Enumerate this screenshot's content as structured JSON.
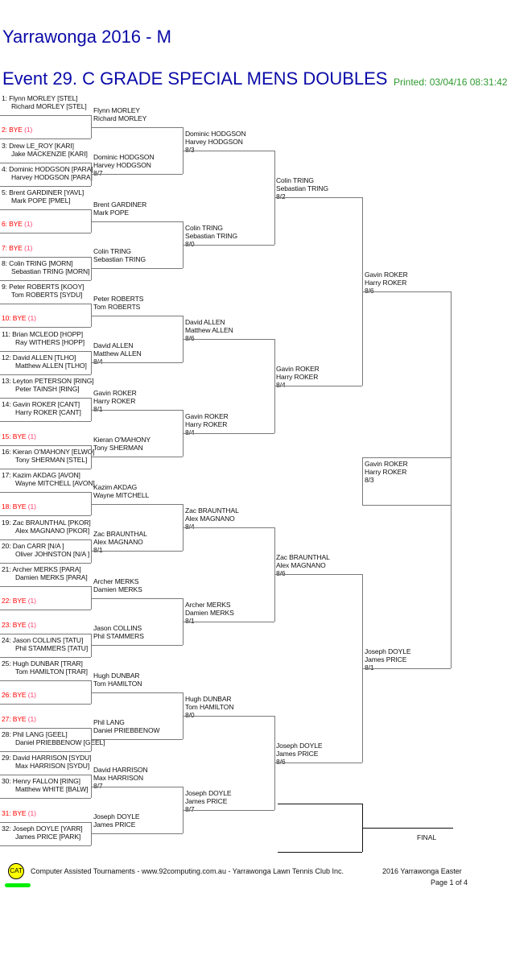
{
  "header": {
    "title": "Yarrawonga 2016 - M",
    "event": "Event 29. C GRADE SPECIAL MENS DOUBLES",
    "printed": "Printed: 03/04/16 08:31:42"
  },
  "round1": [
    {
      "seed": "1:",
      "p1": "Flynn MORLEY [STEL]",
      "p2": "Richard MORLEY [STEL]"
    },
    {
      "seed": "2:",
      "bye": "BYE",
      "note": "(1)"
    },
    {
      "seed": "3:",
      "p1": "Drew LE_ROY [KARI]",
      "p2": "Jake MACKENZIE [KARI]"
    },
    {
      "seed": "4:",
      "p1": "Dominic HODGSON [PARA]",
      "p2": "Harvey HODGSON [PARA]"
    },
    {
      "seed": "5:",
      "p1": "Brent GARDINER [YAVL]",
      "p2": "Mark POPE [PMEL]"
    },
    {
      "seed": "6:",
      "bye": "BYE",
      "note": "(1)"
    },
    {
      "seed": "7:",
      "bye": "BYE",
      "note": "(1)"
    },
    {
      "seed": "8:",
      "p1": "Colin TRING [MORN]",
      "p2": "Sebastian TRING [MORN]"
    },
    {
      "seed": "9:",
      "p1": "Peter ROBERTS [KOOY]",
      "p2": "Tom ROBERTS [SYDU]"
    },
    {
      "seed": "10:",
      "bye": "BYE",
      "note": "(1)"
    },
    {
      "seed": "11:",
      "p1": "Brian MCLEOD [HOPP]",
      "p2": "Ray WITHERS [HOPP]"
    },
    {
      "seed": "12:",
      "p1": "David ALLEN [TLHO]",
      "p2": "Matthew ALLEN [TLHO]"
    },
    {
      "seed": "13:",
      "p1": "Leyton PETERSON [RING]",
      "p2": "Peter TAINSH [RING]"
    },
    {
      "seed": "14:",
      "p1": "Gavin ROKER [CANT]",
      "p2": "Harry ROKER [CANT]"
    },
    {
      "seed": "15:",
      "bye": "BYE",
      "note": "(1)"
    },
    {
      "seed": "16:",
      "p1": "Kieran O'MAHONY [ELWO]",
      "p2": "Tony SHERMAN [STEL]"
    },
    {
      "seed": "17:",
      "p1": "Kazim AKDAG [AVON]",
      "p2": "Wayne MITCHELL [AVON]"
    },
    {
      "seed": "18:",
      "bye": "BYE",
      "note": "(1)"
    },
    {
      "seed": "19:",
      "p1": "Zac BRAUNTHAL [PKOR]",
      "p2": "Alex MAGNANO [PKOR]"
    },
    {
      "seed": "20:",
      "p1": "Dan CARR [N/A ]",
      "p2": "Oliver JOHNSTON [N/A ]"
    },
    {
      "seed": "21:",
      "p1": "Archer MERKS [PARA]",
      "p2": "Damien MERKS [PARA]"
    },
    {
      "seed": "22:",
      "bye": "BYE",
      "note": "(1)"
    },
    {
      "seed": "23:",
      "bye": "BYE",
      "note": "(1)"
    },
    {
      "seed": "24:",
      "p1": "Jason COLLINS [TATU]",
      "p2": "Phil STAMMERS [TATU]"
    },
    {
      "seed": "25:",
      "p1": "Hugh DUNBAR [TRAR]",
      "p2": "Tom HAMILTON [TRAR]"
    },
    {
      "seed": "26:",
      "bye": "BYE",
      "note": "(1)"
    },
    {
      "seed": "27:",
      "bye": "BYE",
      "note": "(1)"
    },
    {
      "seed": "28:",
      "p1": "Phil LANG [GEEL]",
      "p2": "Daniel PRIEBBENOW [GEEL]"
    },
    {
      "seed": "29:",
      "p1": "David HARRISON [SYDU]",
      "p2": "Max HARRISON [SYDU]"
    },
    {
      "seed": "30:",
      "p1": "Henry FALLON [RING]",
      "p2": "Matthew WHITE [BALW]"
    },
    {
      "seed": "31:",
      "bye": "BYE",
      "note": "(1)"
    },
    {
      "seed": "32:",
      "p1": "Joseph DOYLE [YARR]",
      "p2": "James PRICE [PARK]"
    }
  ],
  "round2": [
    {
      "p1": "Flynn MORLEY",
      "p2": "Richard MORLEY",
      "score": ""
    },
    {
      "p1": "Dominic HODGSON",
      "p2": "Harvey HODGSON",
      "score": "8/7"
    },
    {
      "p1": "Brent GARDINER",
      "p2": "Mark POPE",
      "score": ""
    },
    {
      "p1": "Colin TRING",
      "p2": "Sebastian TRING",
      "score": ""
    },
    {
      "p1": "Peter ROBERTS",
      "p2": "Tom ROBERTS",
      "score": ""
    },
    {
      "p1": "David ALLEN",
      "p2": "Matthew ALLEN",
      "score": "8/4"
    },
    {
      "p1": "Gavin ROKER",
      "p2": "Harry ROKER",
      "score": "8/1"
    },
    {
      "p1": "Kieran O'MAHONY",
      "p2": "Tony SHERMAN",
      "score": ""
    },
    {
      "p1": "Kazim AKDAG",
      "p2": "Wayne MITCHELL",
      "score": ""
    },
    {
      "p1": "Zac BRAUNTHAL",
      "p2": "Alex MAGNANO",
      "score": "8/1"
    },
    {
      "p1": "Archer MERKS",
      "p2": "Damien MERKS",
      "score": ""
    },
    {
      "p1": "Jason COLLINS",
      "p2": "Phil STAMMERS",
      "score": ""
    },
    {
      "p1": "Hugh DUNBAR",
      "p2": "Tom HAMILTON",
      "score": ""
    },
    {
      "p1": "Phil LANG",
      "p2": "Daniel PRIEBBENOW",
      "score": ""
    },
    {
      "p1": "David HARRISON",
      "p2": "Max HARRISON",
      "score": "8/7"
    },
    {
      "p1": "Joseph DOYLE",
      "p2": "James PRICE",
      "score": ""
    }
  ],
  "round3": [
    {
      "p1": "Dominic HODGSON",
      "p2": "Harvey HODGSON",
      "score": "8/3"
    },
    {
      "p1": "Colin TRING",
      "p2": "Sebastian TRING",
      "score": "8/0"
    },
    {
      "p1": "David ALLEN",
      "p2": "Matthew ALLEN",
      "score": "8/6"
    },
    {
      "p1": "Gavin ROKER",
      "p2": "Harry ROKER",
      "score": "8/4"
    },
    {
      "p1": "Zac BRAUNTHAL",
      "p2": "Alex MAGNANO",
      "score": "8/4"
    },
    {
      "p1": "Archer MERKS",
      "p2": "Damien MERKS",
      "score": "8/1"
    },
    {
      "p1": "Hugh DUNBAR",
      "p2": "Tom HAMILTON",
      "score": "8/0"
    },
    {
      "p1": "Joseph DOYLE",
      "p2": "James PRICE",
      "score": "8/7"
    }
  ],
  "round4": [
    {
      "p1": "Colin TRING",
      "p2": "Sebastian TRING",
      "score": "8/2"
    },
    {
      "p1": "Gavin ROKER",
      "p2": "Harry ROKER",
      "score": "8/4"
    },
    {
      "p1": "Zac BRAUNTHAL",
      "p2": "Alex MAGNANO",
      "score": "8/6"
    },
    {
      "p1": "Joseph DOYLE",
      "p2": "James PRICE",
      "score": "8/6"
    }
  ],
  "semifinal": [
    {
      "p1": "Gavin ROKER",
      "p2": "Harry ROKER",
      "score": "8/6"
    },
    {
      "p1": "Joseph DOYLE",
      "p2": "James PRICE",
      "score": "8/1"
    }
  ],
  "winner": {
    "p1": "Gavin ROKER",
    "p2": "Harry ROKER",
    "score": "8/3"
  },
  "final_label": "FINAL",
  "footer": {
    "logo_text": "CAT",
    "credit": "Computer Assisted Tournaments - www.92computing.com.au -  Yarrawonga Lawn Tennis Club Inc.",
    "tournament": "2016 Yarrawonga Easter",
    "page": "Page 1 of 4"
  },
  "colors": {
    "title": "#0a0aa8",
    "printed": "#2f9a2f",
    "bye": "#ff0000",
    "lines": "#7a7a7a",
    "logo": "#ffff00"
  }
}
